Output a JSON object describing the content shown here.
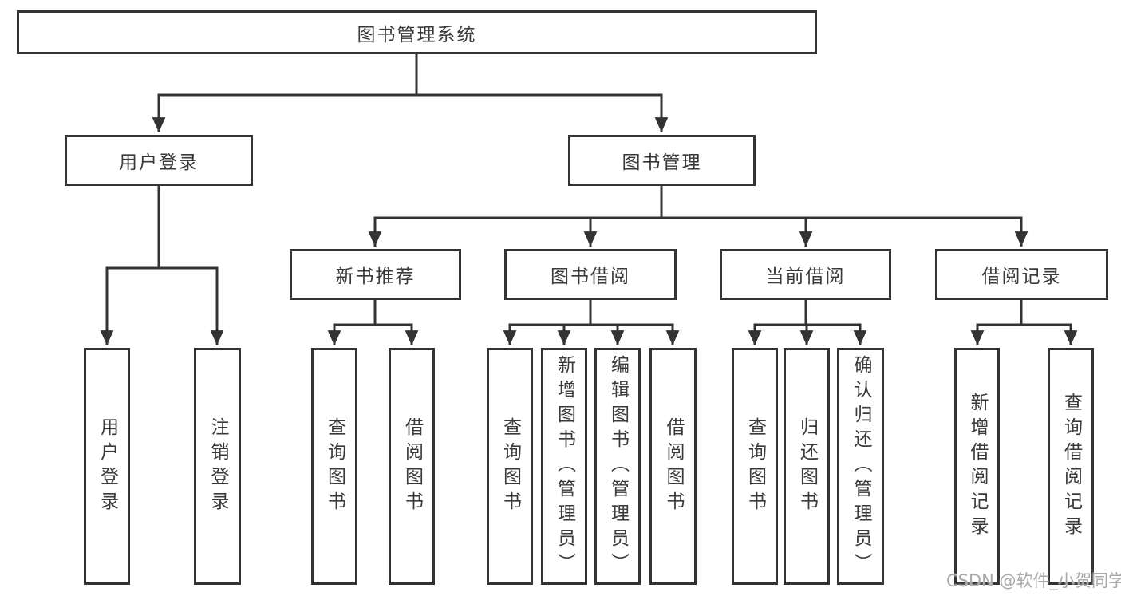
{
  "diagram": {
    "title": "图书管理系统",
    "root": {
      "label": "图书管理系统"
    },
    "level2": [
      {
        "id": "user-login",
        "label": "用户登录"
      },
      {
        "id": "book-management",
        "label": "图书管理"
      }
    ],
    "level3": [
      {
        "id": "new-book-recommend",
        "label": "新书推荐"
      },
      {
        "id": "book-borrow",
        "label": "图书借阅"
      },
      {
        "id": "current-borrow",
        "label": "当前借阅"
      },
      {
        "id": "borrow-records",
        "label": "借阅记录"
      }
    ],
    "leaves": [
      {
        "id": "user-login-leaf",
        "label": "用户登录"
      },
      {
        "id": "logout",
        "label": "注销登录"
      },
      {
        "id": "query-book-recommend",
        "label": "查询图书"
      },
      {
        "id": "borrow-book-recommend",
        "label": "借阅图书"
      },
      {
        "id": "query-book-borrow",
        "label": "查询图书"
      },
      {
        "id": "add-book-admin",
        "label": "新增图书（管理员）"
      },
      {
        "id": "edit-book-admin",
        "label": "编辑图书（管理员）"
      },
      {
        "id": "borrow-book",
        "label": "借阅图书"
      },
      {
        "id": "query-book-current",
        "label": "查询图书"
      },
      {
        "id": "return-book",
        "label": "归还图书"
      },
      {
        "id": "confirm-return-admin",
        "label": "确认归还（管理员）"
      },
      {
        "id": "add-borrow-record",
        "label": "新增借阅记录"
      },
      {
        "id": "query-borrow-record",
        "label": "查询借阅记录"
      }
    ]
  },
  "watermark": {
    "text": "CSDN @软件_小贺同学"
  },
  "colors": {
    "line": "#333333",
    "text": "#3a3a3a",
    "watermark": "#a9a9a9",
    "background": "#ffffff"
  }
}
